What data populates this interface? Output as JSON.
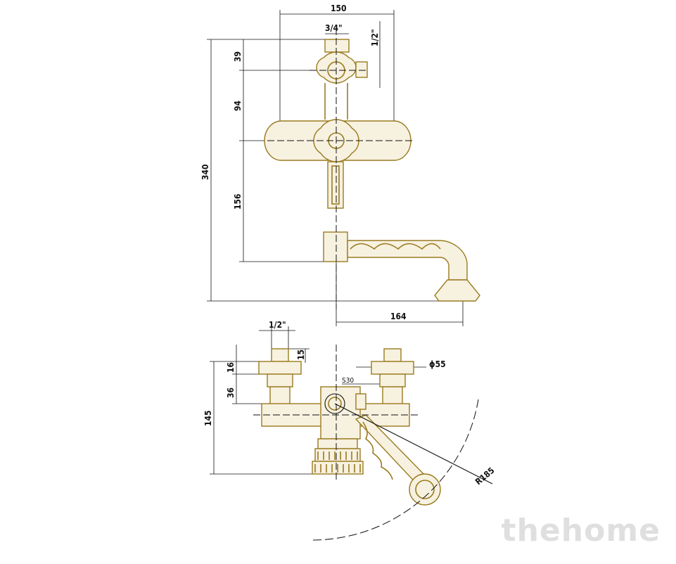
{
  "top_view": {
    "dim_width": "150",
    "dim_inlet": "3/4\"",
    "dim_outlet": "1/2\"",
    "dim_39": "39",
    "dim_94": "94",
    "dim_156": "156",
    "dim_total_height": "340",
    "dim_spout": "164"
  },
  "bottom_view": {
    "dim_thread": "1/2\"",
    "dim_15": "15",
    "dim_16": "16",
    "dim_36": "36",
    "dim_145": "145",
    "dim_diameter": "ϕ55",
    "dim_s30": "S30",
    "dim_radius": "R185"
  },
  "watermark": "thehome"
}
